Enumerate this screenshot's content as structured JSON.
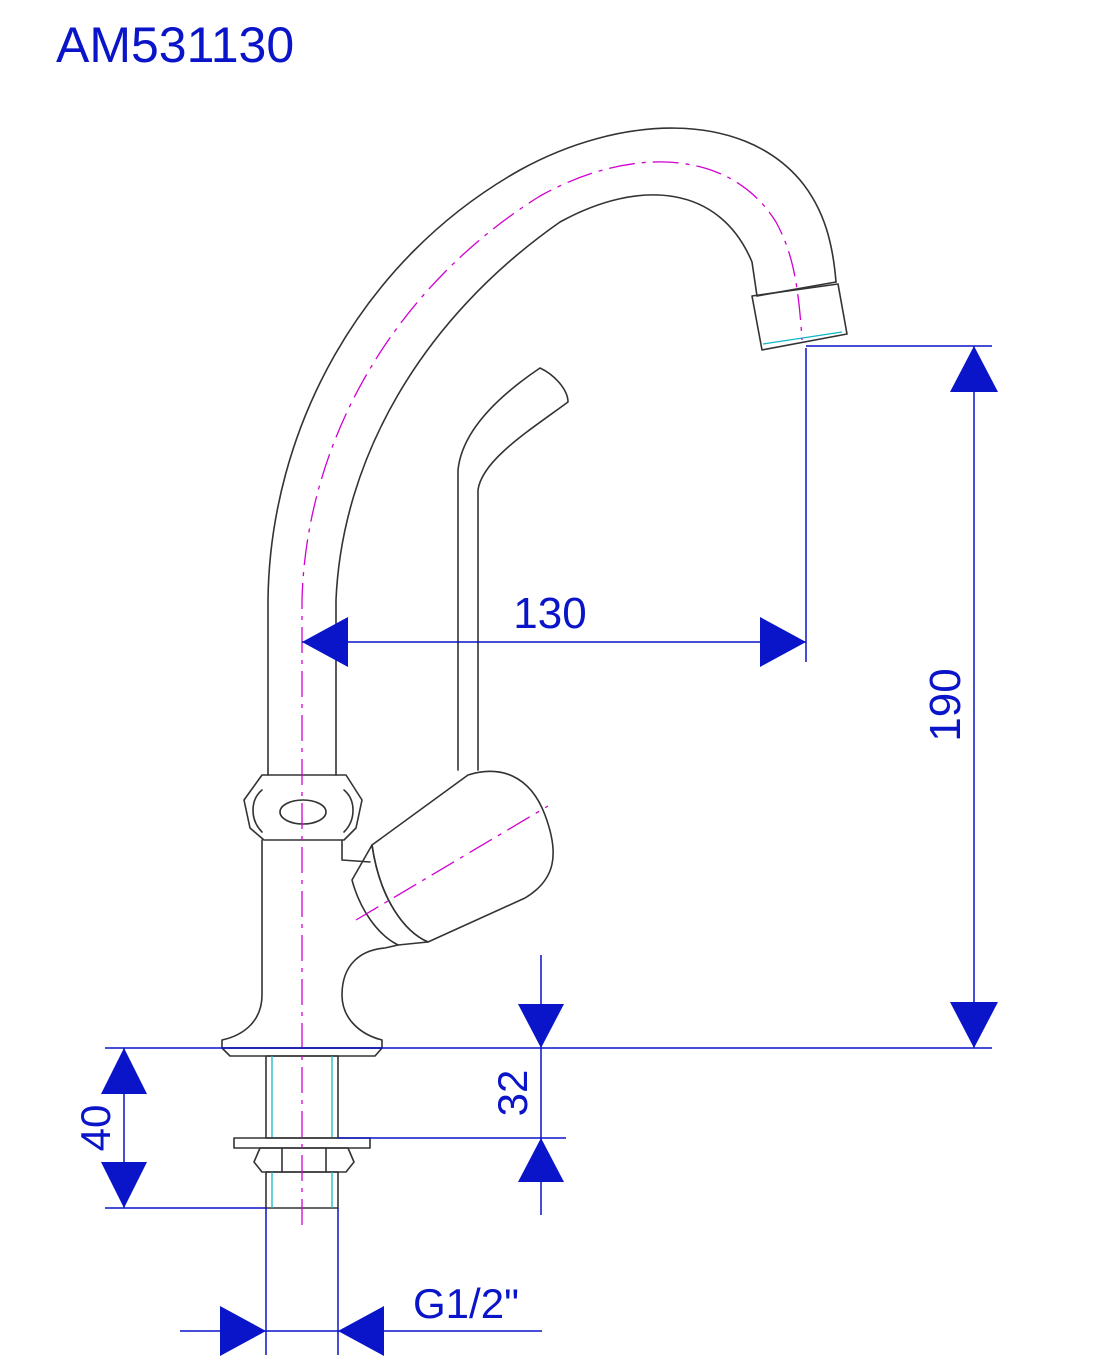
{
  "title": "AM531130",
  "dimensions": {
    "spout_reach": "130",
    "spout_height": "190",
    "body_offset": "32",
    "shank_length": "40",
    "thread_size": "G1/2\""
  },
  "colors": {
    "dimension": "#0a14c8",
    "outline": "#333333",
    "centerline": "#d000d0",
    "thread": "#10b8c8"
  }
}
